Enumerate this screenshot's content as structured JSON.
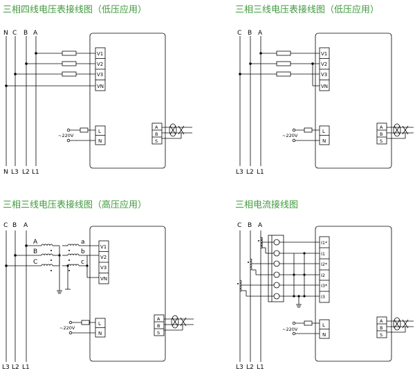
{
  "diagrams": [
    {
      "title": "三相四线电压表接线图（低压应用）",
      "top_labels": [
        "N",
        "C",
        "B",
        "A"
      ],
      "bottom_labels": [
        "N",
        "L3",
        "L2",
        "L1"
      ],
      "terminals": [
        "V1",
        "V2",
        "V3",
        "VN"
      ],
      "aux_terminals": [
        "L",
        "N"
      ],
      "aux_voltage": "~220V",
      "comm_terminals": [
        "A",
        "B",
        "S"
      ]
    },
    {
      "title": "三相三线电压表接线图（低压应用）",
      "top_labels": [
        "C",
        "B",
        "A"
      ],
      "bottom_labels": [
        "L3",
        "L2",
        "L1"
      ],
      "terminals": [
        "V1",
        "V2",
        "V3",
        "VN"
      ],
      "aux_terminals": [
        "L",
        "N"
      ],
      "aux_voltage": "~220V",
      "comm_terminals": [
        "A",
        "B",
        "S"
      ]
    },
    {
      "title": "三相三线电压表接线图（高压应用）",
      "top_labels": [
        "C",
        "B",
        "A"
      ],
      "bottom_labels": [
        "L3",
        "L2",
        "L1"
      ],
      "pt_labels": [
        "A",
        "B",
        "C"
      ],
      "pt_secondary_labels": [
        "a",
        "b",
        "c"
      ],
      "terminals": [
        "V1",
        "V2",
        "V3",
        "VN"
      ],
      "aux_terminals": [
        "L",
        "N"
      ],
      "aux_voltage": "~220V",
      "comm_terminals": [
        "A",
        "B",
        "S"
      ]
    },
    {
      "title": "三相电流接线图",
      "top_labels": [
        "C",
        "B",
        "A"
      ],
      "bottom_labels": [
        "L3",
        "L2",
        "L1"
      ],
      "terminals": [
        "I1*",
        "I1",
        "I2*",
        "I2",
        "I3*",
        "I3"
      ],
      "aux_terminals": [
        "L",
        "N"
      ],
      "aux_voltage": "~220V",
      "comm_terminals": [
        "A",
        "B",
        "S"
      ]
    }
  ]
}
